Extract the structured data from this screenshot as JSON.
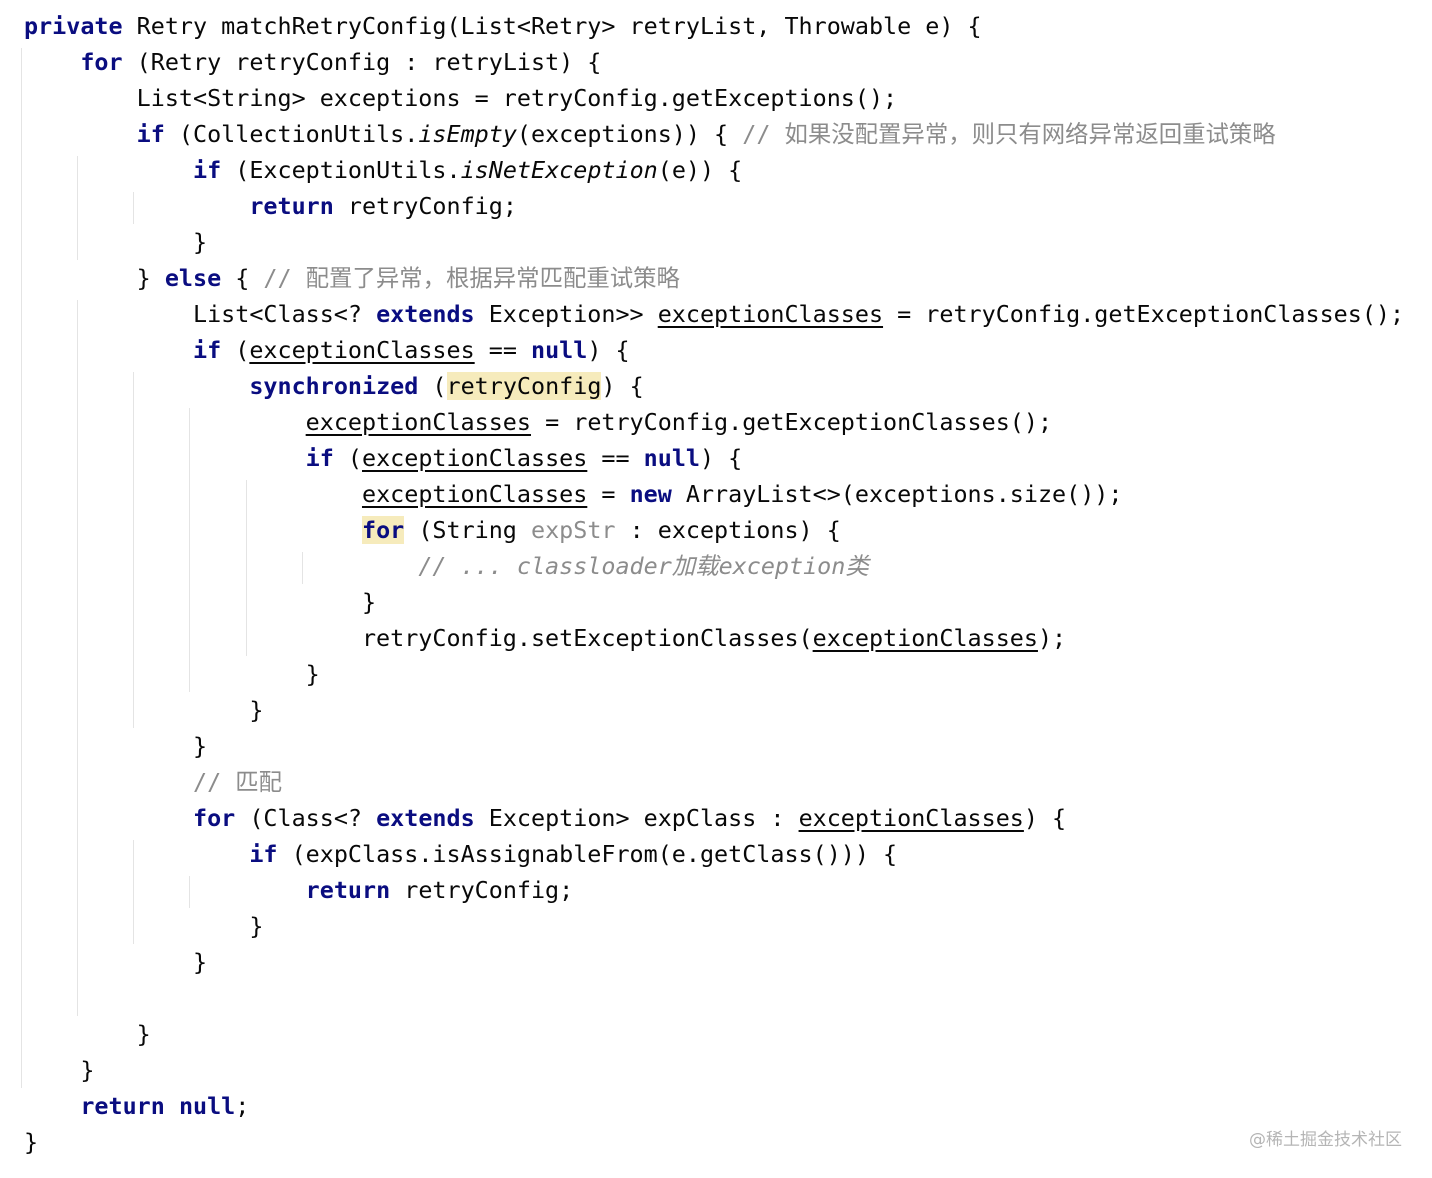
{
  "editor": {
    "code_lines": [
      [
        {
          "t": "private",
          "s": "kw"
        },
        {
          "t": " Retry matchRetryConfig(List<Retry> retryList, Throwable e) {"
        }
      ],
      [
        {
          "t": "    "
        },
        {
          "t": "for",
          "s": "kw"
        },
        {
          "t": " (Retry retryConfig : retryList) {"
        }
      ],
      [
        {
          "t": "        List<String> exceptions = retryConfig.getExceptions();"
        }
      ],
      [
        {
          "t": "        "
        },
        {
          "t": "if",
          "s": "kw"
        },
        {
          "t": " (CollectionUtils."
        },
        {
          "t": "isEmpty",
          "s": "italic"
        },
        {
          "t": "(exceptions)) { "
        },
        {
          "t": "// 如果没配置异常，则只有网络异常返回重试策略",
          "s": "comment"
        }
      ],
      [
        {
          "t": "            "
        },
        {
          "t": "if",
          "s": "kw"
        },
        {
          "t": " (ExceptionUtils."
        },
        {
          "t": "isNetException",
          "s": "italic"
        },
        {
          "t": "(e)) {"
        }
      ],
      [
        {
          "t": "                "
        },
        {
          "t": "return",
          "s": "kw"
        },
        {
          "t": " retryConfig;"
        }
      ],
      [
        {
          "t": "            }"
        }
      ],
      [
        {
          "t": "        } "
        },
        {
          "t": "else",
          "s": "kw"
        },
        {
          "t": " { "
        },
        {
          "t": "// 配置了异常，根据异常匹配重试策略",
          "s": "comment"
        }
      ],
      [
        {
          "t": "            List<Class<? "
        },
        {
          "t": "extends",
          "s": "kw"
        },
        {
          "t": " Exception>> "
        },
        {
          "t": "exceptionClasses",
          "s": "underline"
        },
        {
          "t": " = retryConfig.getExceptionClasses();"
        }
      ],
      [
        {
          "t": "            "
        },
        {
          "t": "if",
          "s": "kw"
        },
        {
          "t": " ("
        },
        {
          "t": "exceptionClasses",
          "s": "underline"
        },
        {
          "t": " == "
        },
        {
          "t": "null",
          "s": "kw"
        },
        {
          "t": ") {"
        }
      ],
      [
        {
          "t": "                "
        },
        {
          "t": "synchronized",
          "s": "kw"
        },
        {
          "t": " ("
        },
        {
          "t": "retryConfig",
          "s": "hl"
        },
        {
          "t": ") {"
        }
      ],
      [
        {
          "t": "                    "
        },
        {
          "t": "exceptionClasses",
          "s": "underline"
        },
        {
          "t": " = retryConfig.getExceptionClasses();"
        }
      ],
      [
        {
          "t": "                    "
        },
        {
          "t": "if",
          "s": "kw"
        },
        {
          "t": " ("
        },
        {
          "t": "exceptionClasses",
          "s": "underline"
        },
        {
          "t": " == "
        },
        {
          "t": "null",
          "s": "kw"
        },
        {
          "t": ") {"
        }
      ],
      [
        {
          "t": "                        "
        },
        {
          "t": "exceptionClasses",
          "s": "underline"
        },
        {
          "t": " = "
        },
        {
          "t": "new",
          "s": "kw"
        },
        {
          "t": " ArrayList<>(exceptions.size());"
        }
      ],
      [
        {
          "t": "                        "
        },
        {
          "t": "for",
          "s": "kw hl"
        },
        {
          "t": " (String "
        },
        {
          "t": "expStr",
          "s": "unused"
        },
        {
          "t": " : exceptions) {"
        }
      ],
      [
        {
          "t": "                            "
        },
        {
          "t": "// ... classloader加载exception类",
          "s": "comment italic"
        }
      ],
      [
        {
          "t": "                        }"
        }
      ],
      [
        {
          "t": "                        retryConfig.setExceptionClasses("
        },
        {
          "t": "exceptionClasses",
          "s": "underline"
        },
        {
          "t": ");"
        }
      ],
      [
        {
          "t": "                    }"
        }
      ],
      [
        {
          "t": "                }"
        }
      ],
      [
        {
          "t": "            }"
        }
      ],
      [
        {
          "t": "            "
        },
        {
          "t": "// 匹配",
          "s": "comment"
        }
      ],
      [
        {
          "t": "            "
        },
        {
          "t": "for",
          "s": "kw"
        },
        {
          "t": " (Class<? "
        },
        {
          "t": "extends",
          "s": "kw"
        },
        {
          "t": " Exception> expClass : "
        },
        {
          "t": "exceptionClasses",
          "s": "underline"
        },
        {
          "t": ") {"
        }
      ],
      [
        {
          "t": "                "
        },
        {
          "t": "if",
          "s": "kw"
        },
        {
          "t": " (expClass.isAssignableFrom(e.getClass())) {"
        }
      ],
      [
        {
          "t": "                    "
        },
        {
          "t": "return",
          "s": "kw"
        },
        {
          "t": " retryConfig;"
        }
      ],
      [
        {
          "t": "                }"
        }
      ],
      [
        {
          "t": "            }"
        }
      ],
      [
        {
          "t": ""
        }
      ],
      [
        {
          "t": "        }"
        }
      ],
      [
        {
          "t": "    }"
        }
      ],
      [
        {
          "t": "    "
        },
        {
          "t": "return",
          "s": "kw"
        },
        {
          "t": " "
        },
        {
          "t": "null",
          "s": "kw"
        },
        {
          "t": ";"
        }
      ],
      [
        {
          "t": "}"
        }
      ]
    ]
  },
  "watermark": {
    "text": "@稀土掘金技术社区"
  },
  "colors": {
    "keyword": "#0a0d80",
    "text": "#080808",
    "comment": "#8c8c8c",
    "highlight_bg": "#f6ebbc",
    "indent_guide": "#e4e4e4",
    "background": "#ffffff"
  }
}
